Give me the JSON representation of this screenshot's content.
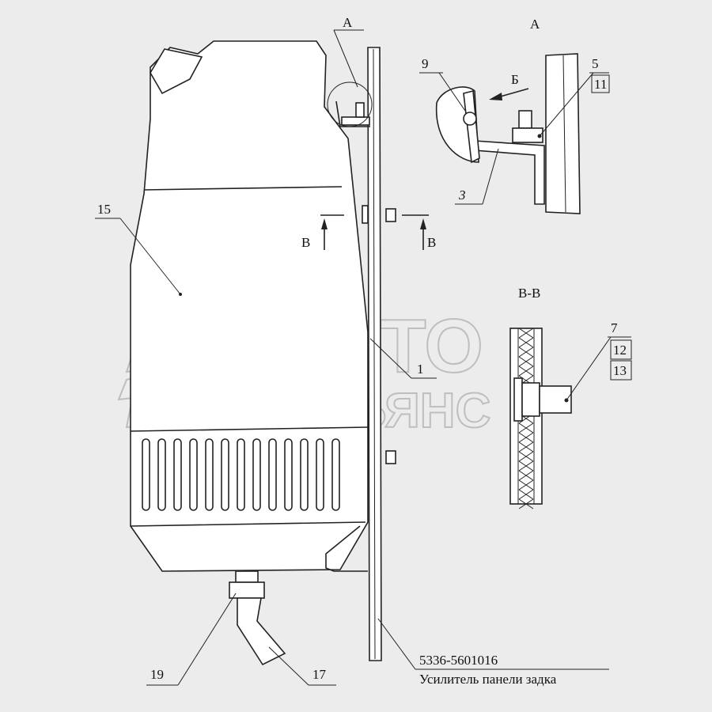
{
  "watermark": {
    "line1": "АВТО",
    "line2": "АЛЬЯНС"
  },
  "view_labels": {
    "detail_a_marker": "А",
    "detail_a_title": "А",
    "section_v_title": "В-В",
    "section_marker_left": "В",
    "section_marker_right": "В",
    "view_b_arrow": "Б"
  },
  "callouts": {
    "p15": "15",
    "p1": "1",
    "p9": "9",
    "p5": "5",
    "p11": "11",
    "p3": "3",
    "p7": "7",
    "p12": "12",
    "p13": "13",
    "p19": "19",
    "p17": "17"
  },
  "part_reference": {
    "number": "5336-5601016",
    "name": "Усилитель панели задка"
  }
}
